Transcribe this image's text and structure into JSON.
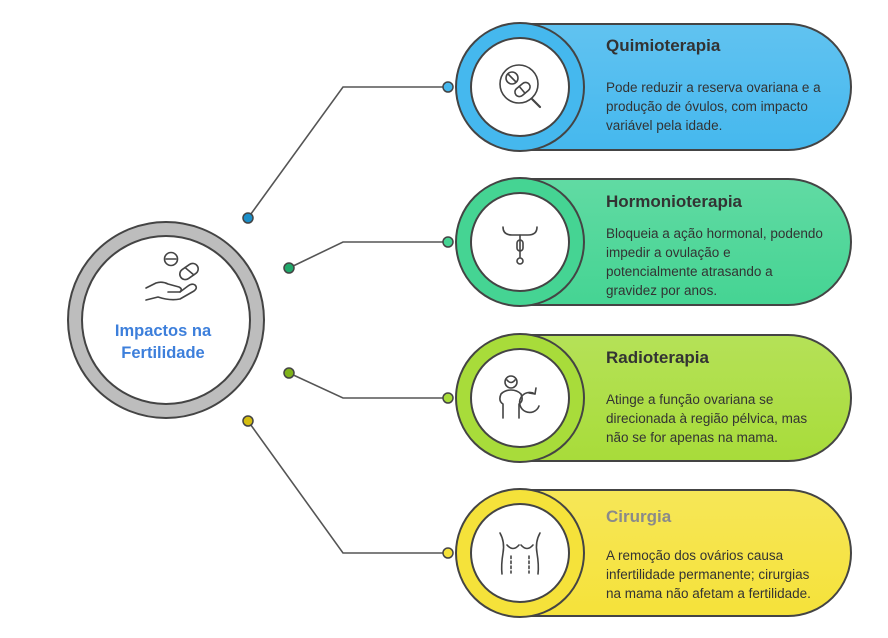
{
  "center": {
    "label_line1": "Impactos na",
    "label_line2": "Fertilidade",
    "icon": "hand-pills-icon",
    "color": "#3d7fdb"
  },
  "items": [
    {
      "title": "Quimioterapia",
      "desc_lines": [
        "Pode reduzir a reserva ovariana e a",
        "produção de óvulos, com impacto",
        "variável pela idade."
      ],
      "icon": "pills-magnifier-icon",
      "color": "#45b8ee",
      "dark": "#1b8fc9"
    },
    {
      "title": "Hormonioterapia",
      "desc_lines": [
        "Bloqueia a ação hormonal, podendo",
        "impedir a ovulação e",
        "potencialmente atrasando a",
        "gravidez por anos."
      ],
      "icon": "iud-icon",
      "color": "#45d493",
      "dark": "#20a86a"
    },
    {
      "title": "Radioterapia",
      "desc_lines": [
        "Atinge a função ovariana se",
        "direcionada à região pélvica, mas",
        "não se for apenas na mama."
      ],
      "icon": "patient-rotation-icon",
      "color": "#a8dc3a",
      "dark": "#7fb21a"
    },
    {
      "title": "Cirurgia",
      "desc_lines": [
        "A remoção dos ovários causa",
        "infertilidade permanente; cirurgias",
        "na mama não afetam a fertilidade."
      ],
      "icon": "torso-surgery-icon",
      "color": "#f5e23a",
      "dark": "#d4bd10"
    }
  ]
}
